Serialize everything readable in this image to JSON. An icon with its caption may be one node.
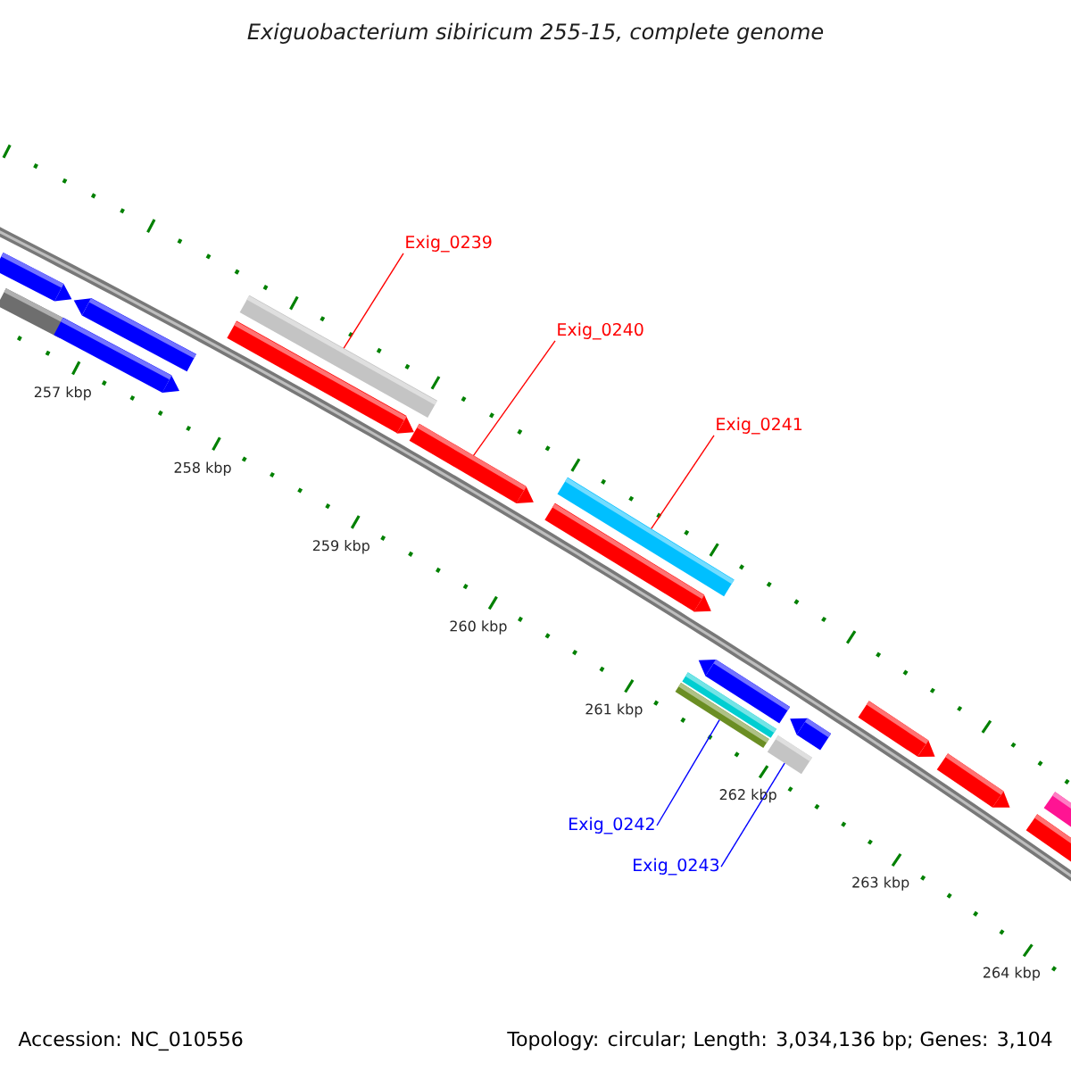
{
  "diagram": {
    "title": "Exiguobacterium sibiricum 255-15, complete genome",
    "nodes": [
      {
        "text": [
          "Exig_0239"
        ]
      },
      {
        "text": [],
        "shape": "bar"
      },
      {
        "text": [
          "Exig_0240"
        ]
      },
      {
        "text": [],
        "shape": "bar"
      },
      {
        "text": [
          "Exig_0241"
        ]
      },
      {
        "text": [],
        "shape": "bar"
      },
      {
        "text": [
          "Exig_0242"
        ]
      },
      {
        "text": [],
        "shape": "bar"
      },
      {
        "text": [
          "Exig_0243"
        ]
      },
      {
        "text": [],
        "shape": "bar"
      },
      {
        "text": [],
        "shape": "bar"
      },
      {
        "text": [],
        "shape": "bar"
      },
      {
        "text": [],
        "shape": "bar"
      },
      {
        "text": [],
        "shape": "bar"
      },
      {
        "text": [],
        "shape": "bar"
      },
      {
        "text": [],
        "shape": "bar"
      },
      {
        "text": [],
        "shape": "bar"
      },
      {
        "text": [],
        "shape": "bar"
      },
      {
        "text": [],
        "shape": "bar"
      },
      {
        "text": [],
        "shape": "bar"
      },
      {
        "text": [],
        "shape": "bar"
      },
      {
        "text": [],
        "shape": "bar"
      },
      {
        "text": [],
        "shape": "bar"
      }
    ],
    "edges": [
      {
        "from": 0,
        "to": 1,
        "arrow": "none"
      },
      {
        "from": 2,
        "to": 3,
        "arrow": "none"
      },
      {
        "from": 4,
        "to": 5,
        "arrow": "none"
      },
      {
        "from": 6,
        "to": 7,
        "arrow": "none",
        "color": "#0000ff"
      },
      {
        "from": 8,
        "to": 9,
        "arrow": "none",
        "color": "#0000ff"
      }
    ],
    "labels": [
      "257 kbp",
      "258 kbp",
      "259 kbp",
      "260 kbp",
      "261 kbp",
      "262 kbp",
      "263 kbp",
      "264 kbp",
      "Accession: NC_010556",
      "Topology: circular; Length: 3,034,136 bp; Genes: 3,104"
    ]
  }
}
